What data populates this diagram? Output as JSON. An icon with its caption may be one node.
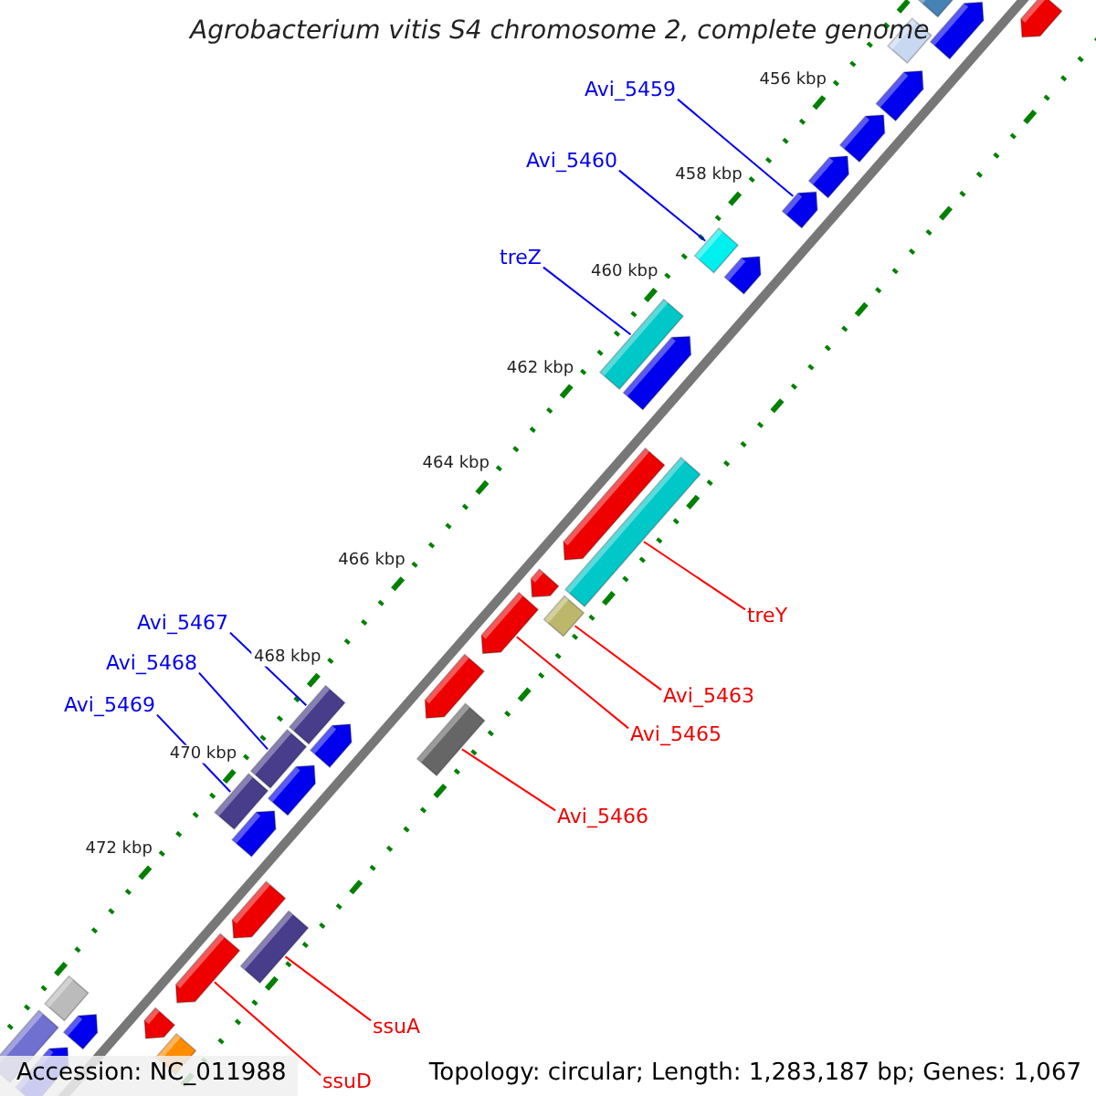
{
  "diagram": {
    "title": "Agrobacterium vitis S4 chromosome 2, complete genome",
    "nodes": [
      {
        "text": [
          "Avi_5459"
        ]
      },
      {
        "text": [
          "Avi_5460"
        ]
      },
      {
        "text": [
          "treZ"
        ]
      },
      {
        "text": [
          "Avi_5467"
        ]
      },
      {
        "text": [
          "Avi_5468"
        ]
      },
      {
        "text": [
          "Avi_5469"
        ]
      },
      {
        "text": [
          "treY"
        ]
      },
      {
        "text": [
          "Avi_5463"
        ]
      },
      {
        "text": [
          "Avi_5465"
        ]
      },
      {
        "text": [
          "Avi_5466"
        ]
      },
      {
        "text": [
          "ssuA"
        ]
      },
      {
        "text": [
          "ssuD"
        ]
      },
      {
        "text": [],
        "shape": "bar"
      },
      {
        "text": [],
        "shape": "bar"
      },
      {
        "text": [],
        "shape": "bar"
      },
      {
        "text": [],
        "shape": "bar"
      },
      {
        "text": [],
        "shape": "bar"
      },
      {
        "text": [],
        "shape": "bar"
      },
      {
        "text": [],
        "shape": "bar"
      },
      {
        "text": [],
        "shape": "bar"
      },
      {
        "text": [],
        "shape": "bar"
      },
      {
        "text": [],
        "shape": "bar"
      },
      {
        "text": [],
        "shape": "bar"
      },
      {
        "text": [],
        "shape": "bar"
      },
      {
        "text": [],
        "shape": "bar"
      },
      {
        "text": [],
        "shape": "bar"
      },
      {
        "text": [],
        "shape": "bar"
      },
      {
        "text": [],
        "shape": "bar"
      },
      {
        "text": [],
        "shape": "bar"
      },
      {
        "text": [],
        "shape": "bar"
      },
      {
        "text": [],
        "shape": "bar"
      },
      {
        "text": [],
        "shape": "bar"
      },
      {
        "text": [],
        "shape": "bar"
      },
      {
        "text": [],
        "shape": "bar"
      },
      {
        "text": [],
        "shape": "bar"
      },
      {
        "text": [],
        "shape": "bar"
      },
      {
        "text": [],
        "shape": "bar"
      },
      {
        "text": [],
        "shape": "bar"
      },
      {
        "text": [],
        "shape": "bar"
      },
      {
        "text": [],
        "shape": "bar"
      },
      {
        "text": [],
        "shape": "bar"
      },
      {
        "text": [],
        "shape": "bar"
      },
      {
        "text": [],
        "shape": "bar"
      },
      {
        "text": [],
        "shape": "bar"
      },
      {
        "text": [],
        "shape": "bar"
      },
      {
        "text": [],
        "shape": "bar"
      }
    ],
    "edges": [
      {
        "from": 0,
        "to": 19,
        "arrow": "none"
      },
      {
        "from": 1,
        "to": 21,
        "arrow": "none"
      },
      {
        "from": 2,
        "to": 22,
        "arrow": "none"
      },
      {
        "from": 3,
        "to": 31,
        "arrow": "none"
      },
      {
        "from": 4,
        "to": 33,
        "arrow": "none"
      },
      {
        "from": 5,
        "to": 35,
        "arrow": "none"
      },
      {
        "from": 6,
        "to": 24,
        "arrow": "none",
        "color": "#ff0000"
      },
      {
        "from": 7,
        "to": 27,
        "arrow": "none",
        "color": "#ff0000"
      },
      {
        "from": 8,
        "to": 28,
        "arrow": "none",
        "color": "#ff0000"
      },
      {
        "from": 9,
        "to": 30,
        "arrow": "none",
        "color": "#ff0000"
      },
      {
        "from": 10,
        "to": 38,
        "arrow": "none",
        "color": "#ff0000"
      },
      {
        "from": 11,
        "to": 39,
        "arrow": "none",
        "color": "#ff0000"
      }
    ],
    "labels": [
      "456 kbp",
      "458 kbp",
      "460 kbp",
      "462 kbp",
      "464 kbp",
      "466 kbp",
      "468 kbp",
      "470 kbp",
      "472 kbp",
      "Accession: NC_011988",
      "Topology: circular; Length: 1,283,187 bp; Genes: 1,067"
    ]
  }
}
